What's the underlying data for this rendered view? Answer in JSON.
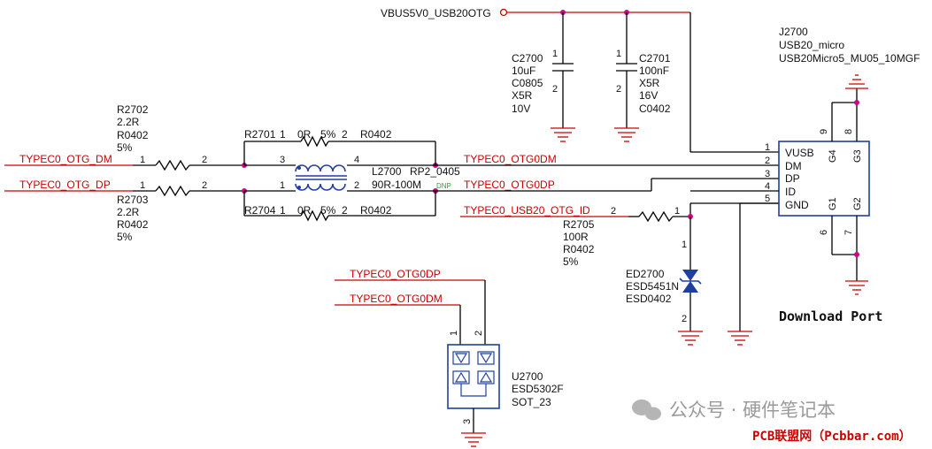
{
  "power": {
    "vbus": "VBUS5V0_USB20OTG"
  },
  "nets": {
    "typec_dm": "TYPEC0_OTG_DM",
    "typec_dp": "TYPEC0_OTG_DP",
    "otg0_dm": "TYPEC0_OTG0DM",
    "otg0_dp": "TYPEC0_OTG0DP",
    "otg0_dp_esd": "TYPEC0_OTG0DP",
    "otg0_dm_esd": "TYPEC0_OTG0DM",
    "usb_id": "TYPEC0_USB20_OTG_ID"
  },
  "r2702": {
    "ref": "R2702",
    "value": "2.2R",
    "pkg": "R0402",
    "tol": "5%",
    "p1": "1",
    "p2": "2"
  },
  "r2703": {
    "ref": "R2703",
    "value": "2.2R",
    "pkg": "R0402",
    "tol": "5%",
    "p1": "1",
    "p2": "2"
  },
  "r2701": {
    "ref": "R2701",
    "p1": "1",
    "value": "0R",
    "tol": "5%",
    "p2": "2",
    "pkg": "R0402"
  },
  "r2704": {
    "ref": "R2704",
    "p1": "1",
    "value": "0R",
    "tol": "5%",
    "p2": "2",
    "pkg": "R0402"
  },
  "l2700": {
    "ref": "L2700",
    "pkg": "RP2_0405",
    "value": "90R-100M",
    "dnp": "DNP",
    "p1": "1",
    "p2": "2",
    "p3": "3",
    "p4": "4"
  },
  "c2700": {
    "ref": "C2700",
    "value": "10uF",
    "pkg": "C0805",
    "dielectric": "X5R",
    "voltage": "10V",
    "p1": "1",
    "p2": "2"
  },
  "c2701": {
    "ref": "C2701",
    "value": "100nF",
    "dielectric": "X5R",
    "voltage": "16V",
    "pkg": "C0402",
    "p1": "1",
    "p2": "2"
  },
  "r2705": {
    "ref": "R2705",
    "value": "100R",
    "pkg": "R0402",
    "tol": "5%",
    "p1": "1",
    "p2": "2"
  },
  "ed2700": {
    "ref": "ED2700",
    "value": "ESD5451N",
    "pkg": "ESD0402",
    "p1": "1",
    "p2": "2"
  },
  "u2700": {
    "ref": "U2700",
    "value": "ESD5302F",
    "pkg": "SOT_23",
    "p1": "1",
    "p2": "2",
    "p3": "3"
  },
  "j2700": {
    "ref": "J2700",
    "type": "USB20_micro",
    "part": "USB20Micro5_MU05_10MGF",
    "pins": [
      "VUSB",
      "DM",
      "DP",
      "ID",
      "GND"
    ],
    "pin_numbers": [
      "1",
      "2",
      "3",
      "4",
      "5"
    ],
    "shield": [
      "G4",
      "G3",
      "G1",
      "G2"
    ],
    "shield_pins": [
      "9",
      "8",
      "6",
      "7"
    ]
  },
  "title": "Download Port",
  "watermark": {
    "line1": "公众号 · 硬件笔记本",
    "line2": "PCB联盟网（Pcbbar.com）"
  }
}
